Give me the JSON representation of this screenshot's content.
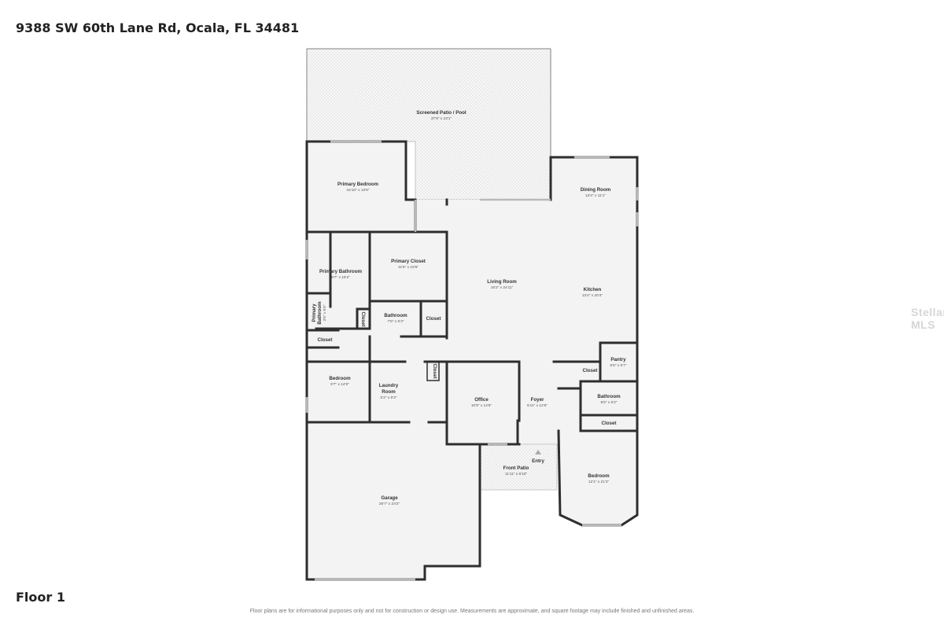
{
  "address": "9388 SW 60th Lane Rd, Ocala, FL 34481",
  "floor_label": "Floor 1",
  "disclaimer": "Floor plans are for informational purposes only and not for construction or design use. Measurements are approximate, and square footage may include finished and unfinished areas.",
  "watermark": "Stellar MLS",
  "rooms": {
    "patio_pool": {
      "name": "Screened Patio / Pool",
      "dim": "37'8\" x 23'1\""
    },
    "primary_bedroom": {
      "name": "Primary Bedroom",
      "dim": "16'10\" x 13'9\""
    },
    "dining_room": {
      "name": "Dining Room",
      "dim": "13'4\" x 11'1\""
    },
    "primary_bathroom": {
      "name": "Primary Bathroom",
      "dim": "9'7\" x 15'2\""
    },
    "primary_closet": {
      "name": "Primary Closet",
      "dim": "11'6\" x 10'5\""
    },
    "living_room": {
      "name": "Living Room",
      "dim": "16'2\" x 24'11\""
    },
    "kitchen": {
      "name": "Kitchen",
      "dim": "13'4\" x 20'4\""
    },
    "primary_bathroom_small": {
      "name_line1": "Primary",
      "name_line2": "Bathroom",
      "dim": "3'5\" x 5'5\""
    },
    "closet_primary_bath": {
      "name": "Closet"
    },
    "bathroom_hall": {
      "name": "Bathroom",
      "dim": "7'5\" x 5'3\""
    },
    "closet_hall": {
      "name": "Closet"
    },
    "closet_left": {
      "name": "Closet"
    },
    "pantry": {
      "name": "Pantry",
      "dim": "5'5\" x 5'7\""
    },
    "closet_kitchen": {
      "name": "Closet"
    },
    "bedroom_left": {
      "name": "Bedroom",
      "dim": "9'7\" x 14'9\""
    },
    "laundry": {
      "name_line1": "Laundry",
      "name_line2": "Room",
      "dim": "5'2\" x 9'3\""
    },
    "closet_laundry": {
      "name": "Closet"
    },
    "office": {
      "name": "Office",
      "dim": "10'9\" x 12'6\""
    },
    "foyer": {
      "name": "Foyer",
      "dim": "5'11\" x 12'6\""
    },
    "bathroom_right": {
      "name": "Bathroom",
      "dim": "8'5\" x 5'2\""
    },
    "closet_right": {
      "name": "Closet"
    },
    "entry": {
      "name": "Entry"
    },
    "front_patio": {
      "name": "Front Patio",
      "dim": "11'11\" x 6'10\""
    },
    "bedroom_right": {
      "name": "Bedroom",
      "dim": "12'1\" x 21'3\""
    },
    "garage": {
      "name": "Garage",
      "dim": "26'7\" x 24'2\""
    }
  }
}
